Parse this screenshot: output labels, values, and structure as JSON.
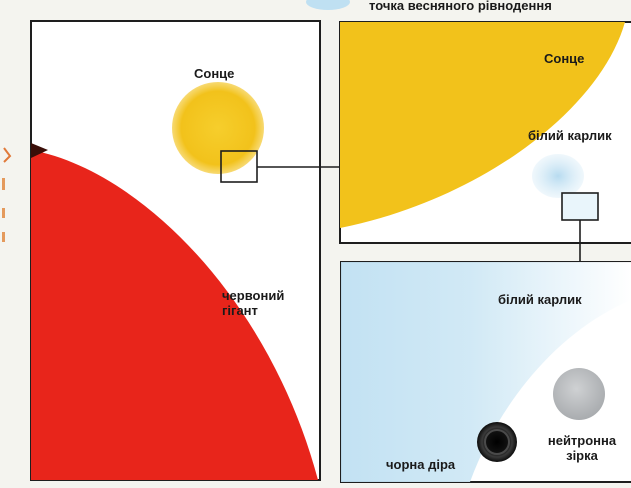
{
  "top_caption": "точка весняного рівнодення",
  "panel_left": {
    "sun_label": "Сонце",
    "red_giant_label_line1": "червоний",
    "red_giant_label_line2": "гігант"
  },
  "panel_top_right": {
    "sun_label": "Сонце",
    "white_dwarf_label": "білий карлик"
  },
  "panel_bottom_right": {
    "white_dwarf_label": "білий карлик",
    "neutron_star_label_line1": "нейтронна",
    "neutron_star_label_line2": "зірка",
    "black_hole_label": "чорна діра"
  },
  "colors": {
    "sun": "#f2c21b",
    "red_giant": "#e8251b",
    "white_dwarf": "#bfe0f2",
    "neutron_star": "#b9bcbf",
    "black_hole": "#151515",
    "frame": "#1e1e1e",
    "panel_bg": "#ffffff"
  }
}
